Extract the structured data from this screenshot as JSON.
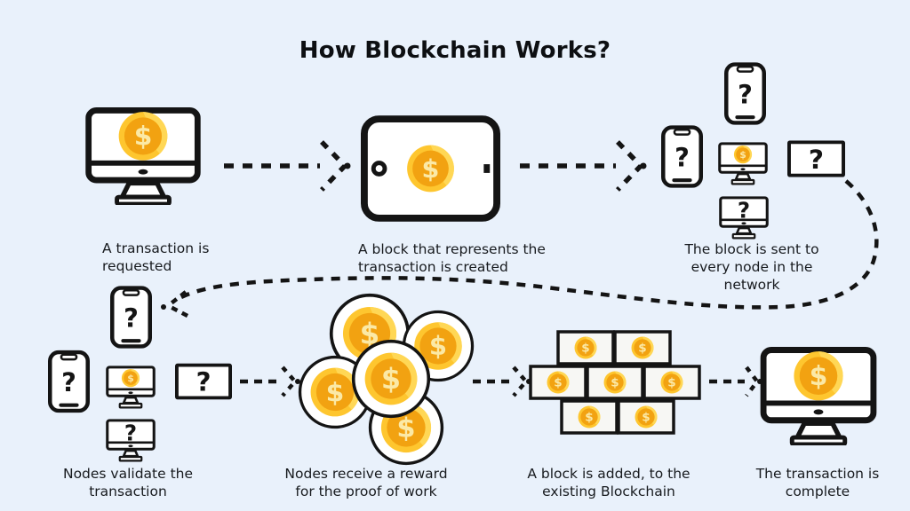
{
  "title": "How Blockchain Works?",
  "icons": {
    "dollar": "$",
    "question": "?"
  },
  "colors": {
    "background": "#e9f1fb",
    "outline": "#141414",
    "coin_outer": "#fec62f",
    "coin_inner": "#f2a211",
    "coin_highlight": "#ffd95c",
    "coin_symbol": "#fbe9a6",
    "brick_fill": "#f7f7f4",
    "text": "#171a1e"
  },
  "steps": [
    {
      "id": 1,
      "caption_lines": [
        "A transaction is",
        "requested"
      ]
    },
    {
      "id": 2,
      "caption_lines": [
        "A block that represents the",
        "transaction is created"
      ]
    },
    {
      "id": 3,
      "caption_lines": [
        "The block is sent to",
        "every node in the",
        "network"
      ]
    },
    {
      "id": 4,
      "caption_lines": [
        "Nodes validate the",
        "transaction"
      ]
    },
    {
      "id": 5,
      "caption_lines": [
        "Nodes receive a reward",
        "for the proof of work"
      ]
    },
    {
      "id": 6,
      "caption_lines": [
        "A block is added, to the",
        "existing Blockchain"
      ]
    },
    {
      "id": 7,
      "caption_lines": [
        "The transaction is",
        "complete"
      ]
    }
  ]
}
